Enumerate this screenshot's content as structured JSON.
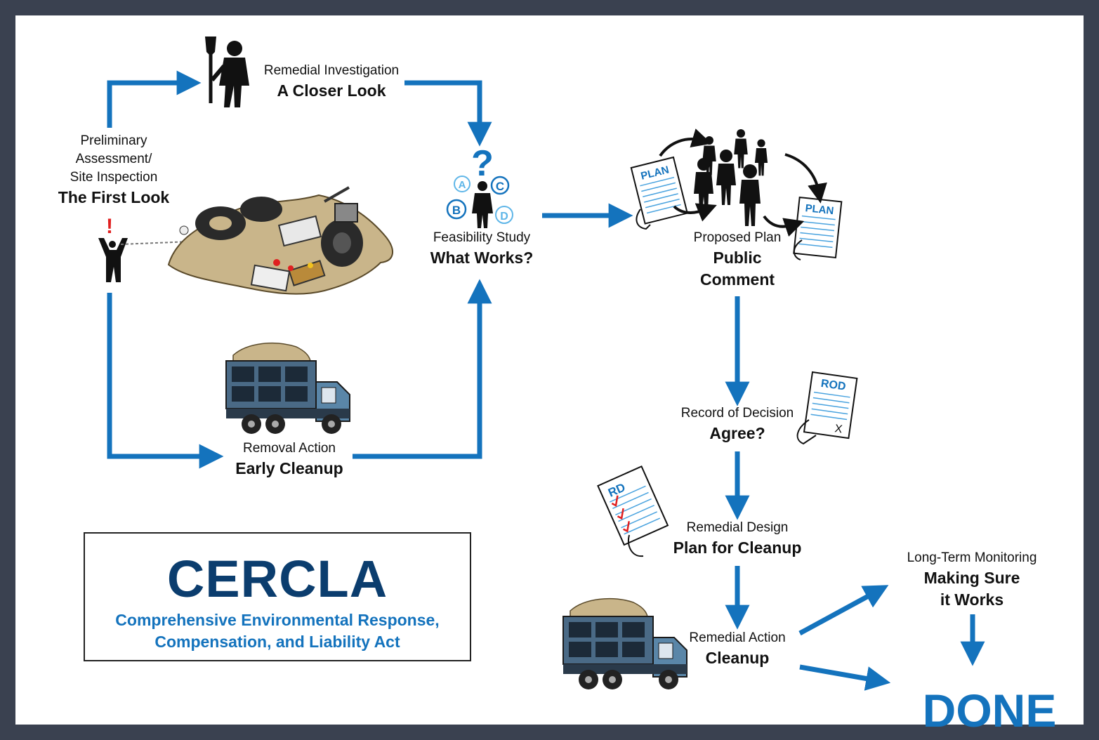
{
  "colors": {
    "arrow": "#1473bd",
    "border": "#3a4150",
    "dark_blue": "#0b3d6e"
  },
  "stages": {
    "preliminary": {
      "sub_lines": [
        "Preliminary",
        "Assessment/",
        "Site Inspection"
      ],
      "title": "The First Look"
    },
    "remedial_investigation": {
      "sub": "Remedial Investigation",
      "title": "A Closer Look"
    },
    "feasibility_study": {
      "sub": "Feasibility Study",
      "title": "What Works?"
    },
    "proposed_plan": {
      "sub": "Proposed Plan",
      "title_lines": [
        "Public",
        "Comment"
      ]
    },
    "record_of_decision": {
      "sub": "Record of Decision",
      "title": "Agree?"
    },
    "remedial_design": {
      "sub": "Remedial Design",
      "title": "Plan for Cleanup"
    },
    "remedial_action": {
      "sub": "Remedial Action",
      "title": "Cleanup"
    },
    "removal_action": {
      "sub": "Removal Action",
      "title": "Early Cleanup"
    },
    "long_term_monitoring": {
      "sub": "Long-Term Monitoring",
      "title_lines": [
        "Making Sure",
        "it Works"
      ]
    },
    "done": "DONE"
  },
  "icons": {
    "document_labels": {
      "plan": "PLAN",
      "rod": "ROD",
      "rd": "RD",
      "rod_mark": "X"
    },
    "option_letters": [
      "A",
      "B",
      "C",
      "D"
    ],
    "question_mark": "?",
    "alert_mark": "!"
  },
  "legend": {
    "acronym": "CERCLA",
    "full_name_lines": [
      "Comprehensive Environmental Response,",
      "Compensation, and Liability Act"
    ]
  }
}
